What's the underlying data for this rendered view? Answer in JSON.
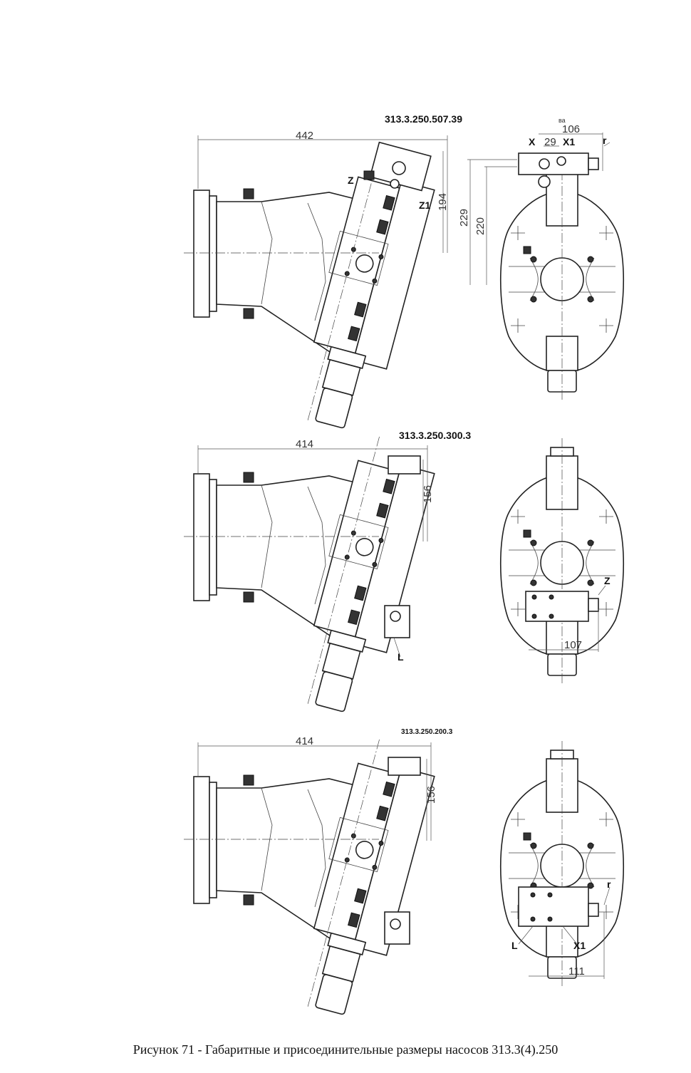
{
  "views": [
    {
      "model": "313.3.250.507.39",
      "side_note": "ва",
      "dims": {
        "length": "442",
        "height": "194",
        "h1": "229",
        "h2": "220",
        "w": "106",
        "w_small": "29"
      },
      "ports": {
        "x": "X",
        "x1": "X1",
        "z": "Z",
        "z1": "Z1",
        "r": "r"
      }
    },
    {
      "model": "313.3.250.300.3",
      "dims": {
        "length": "414",
        "height": "156",
        "w": "107"
      },
      "ports": {
        "z": "Z",
        "l": "L"
      }
    },
    {
      "model": "313.3.250.200.3",
      "dims": {
        "length": "414",
        "height": "156",
        "w": "111"
      },
      "ports": {
        "r": "r",
        "l": "L",
        "x1": "X1"
      }
    }
  ],
  "caption": "Рисунок 71 - Габаритные и присоединительные размеры насосов 313.3(4).250"
}
